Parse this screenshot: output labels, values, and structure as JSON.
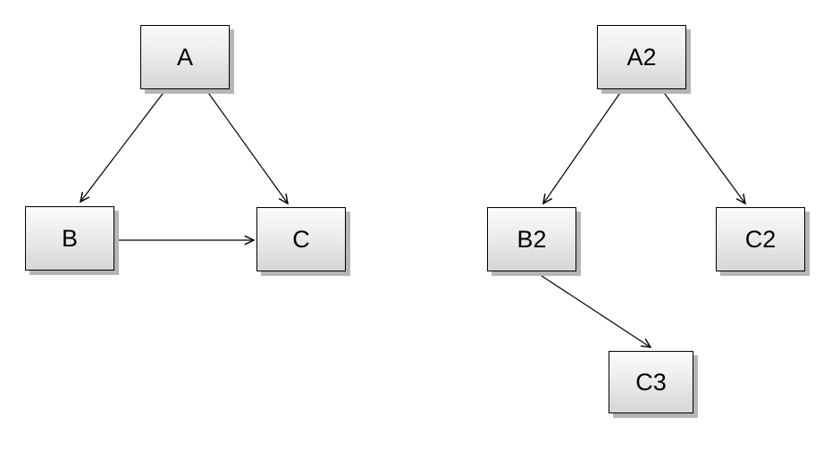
{
  "diagram": {
    "title": "",
    "background_color": "#ffffff",
    "node_style": {
      "fill_top": "#fbfbfb",
      "fill_bottom": "#d6d6d6",
      "border_color": "#000000",
      "shadow_color": "#b5b5b5",
      "text_color": "#000000"
    },
    "arrow_color": "#000000",
    "nodes": [
      {
        "id": "A",
        "label": "A"
      },
      {
        "id": "B",
        "label": "B"
      },
      {
        "id": "C",
        "label": "C"
      },
      {
        "id": "A2",
        "label": "A2"
      },
      {
        "id": "B2",
        "label": "B2"
      },
      {
        "id": "C2",
        "label": "C2"
      },
      {
        "id": "C3",
        "label": "C3"
      }
    ],
    "edges": [
      {
        "from": "A",
        "to": "B"
      },
      {
        "from": "A",
        "to": "C"
      },
      {
        "from": "B",
        "to": "C"
      },
      {
        "from": "A2",
        "to": "B2"
      },
      {
        "from": "A2",
        "to": "C2"
      },
      {
        "from": "B2",
        "to": "C3"
      }
    ]
  }
}
